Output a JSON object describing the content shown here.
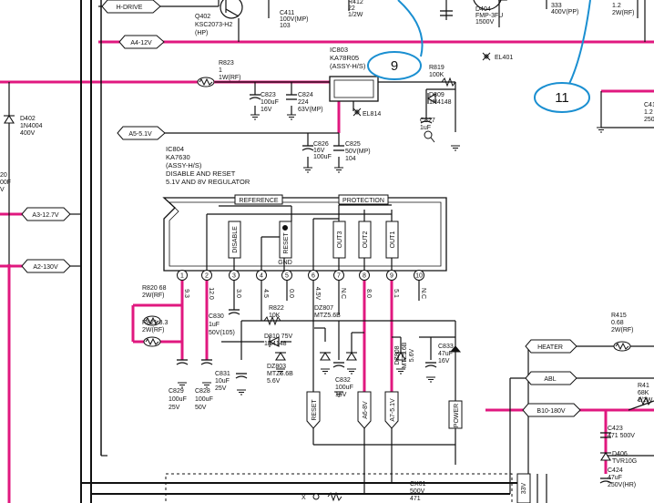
{
  "nets": {
    "h_drive": "H-DRIVE",
    "a4": "A4-12V",
    "a5": "A5-5.1V",
    "a3": "A3-12.7V",
    "a2": "A2-130V",
    "heater": "HEATER",
    "abl": "ABL",
    "b10": "B10-180V",
    "n33": "33V",
    "reset": "RESET",
    "a6": "A6-8V",
    "a7": "A7-5.1V",
    "power": "POWER"
  },
  "callouts": {
    "c9": "9",
    "c11": "11"
  },
  "ic803": {
    "ref": "IC803",
    "part": "KA78R05",
    "note": "(ASSY-H/S)"
  },
  "ic804": {
    "ref": "IC804",
    "part": "KA7630",
    "note": "(ASSY-H/S)",
    "desc1": "DISABLE AND RESET",
    "desc2": "5.1V AND 8V REGULATOR",
    "reference": "REFERENCE",
    "protection": "PROTECTION",
    "blocks": {
      "disable": "DISABLE",
      "reset": "RESET",
      "out3": "OUT3",
      "out2": "OUT2",
      "out1": "OUT1",
      "gnd": "GND"
    },
    "pins": [
      {
        "num": "1",
        "v": "9.3"
      },
      {
        "num": "2",
        "v": "12.0"
      },
      {
        "num": "3",
        "v": "3.0"
      },
      {
        "num": "4",
        "v": "4.5"
      },
      {
        "num": "5",
        "v": "0.0"
      },
      {
        "num": "6",
        "v": "4.5V"
      },
      {
        "num": "7",
        "v": "N.C"
      },
      {
        "num": "8",
        "v": "8.0"
      },
      {
        "num": "9",
        "v": "5.1"
      },
      {
        "num": "10",
        "v": "N.C"
      }
    ]
  },
  "parts": {
    "q402": [
      "Q402",
      "KSC2073-H2",
      "(HP)"
    ],
    "c411": [
      "C411",
      "100V(MP)",
      "103"
    ],
    "r412": [
      "R412",
      "22",
      "1/2W"
    ],
    "d404": [
      "D404",
      "FMP-3FU",
      "1500V"
    ],
    "c333": [
      "333",
      "400V(PP)"
    ],
    "r_tr": [
      "1.2",
      "2W(RF)"
    ],
    "d402": [
      "D402",
      "1N4004",
      "400V"
    ],
    "left20": [
      "20",
      "00F",
      "V"
    ],
    "r823": [
      "R823",
      "1",
      "1W(RF)"
    ],
    "c823": [
      "C823",
      "100uF",
      "16V"
    ],
    "c824": [
      "C824",
      "224",
      "63V(MP)"
    ],
    "el814": [
      "EL814"
    ],
    "el401": [
      "EL401"
    ],
    "r819": [
      "R819",
      "100K"
    ],
    "d809": [
      "D809",
      "1N4148"
    ],
    "c827": [
      "C827",
      "1uF"
    ],
    "c41": [
      "C41",
      "1.2",
      "250"
    ],
    "c826": [
      "C826",
      "16V",
      "100uF"
    ],
    "c825": [
      "C825",
      "50V(MP)",
      "104"
    ],
    "r820": [
      "R820 68",
      "2W(RF)"
    ],
    "r821": [
      "R821 3.3",
      "2W(RF)"
    ],
    "c830": [
      "C830",
      "1uF",
      "50V(105)"
    ],
    "r822": [
      "R822",
      "10K"
    ],
    "dz807": [
      "DZ807",
      "MTZ5.6B"
    ],
    "d810": [
      "D810 75V",
      "1N4148"
    ],
    "dz803": [
      "DZ803",
      "MTZ5.6B",
      "5.6V"
    ],
    "c831": [
      "C831",
      "10uF",
      "25V"
    ],
    "c832": [
      "C832",
      "100uF",
      "16V"
    ],
    "dz808": [
      "DZ808",
      "MTZ5.6B",
      "5.6V"
    ],
    "c833": [
      "C833",
      "47uF",
      "16V"
    ],
    "c829": [
      "C829",
      "100uF",
      "25V"
    ],
    "c828": [
      "C828",
      "100uF",
      "50V"
    ],
    "r415": [
      "R415",
      "0.68",
      "2W(RF)"
    ],
    "r41x": [
      "R41",
      "68K",
      "1/2W"
    ],
    "c423": [
      "C423",
      "471 500V"
    ],
    "d406": [
      "D406",
      "TVR10G"
    ],
    "c424": [
      "C424",
      "47uF",
      "250V(HR)"
    ],
    "cx01": [
      "CX01",
      "500V",
      "471"
    ],
    "x": [
      "X"
    ]
  }
}
